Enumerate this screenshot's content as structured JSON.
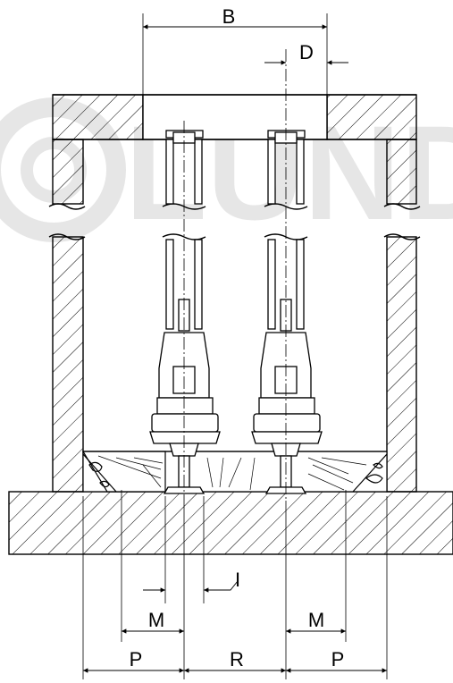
{
  "watermark": {
    "text": "LUND",
    "color": "#e6e6e6"
  },
  "dimensions": {
    "B": "B",
    "D": "D",
    "I": "I",
    "M_left": "M",
    "M_right": "M",
    "P_left": "P",
    "R": "R",
    "P_right": "P"
  },
  "colors": {
    "line": "#000000",
    "background": "#ffffff"
  }
}
